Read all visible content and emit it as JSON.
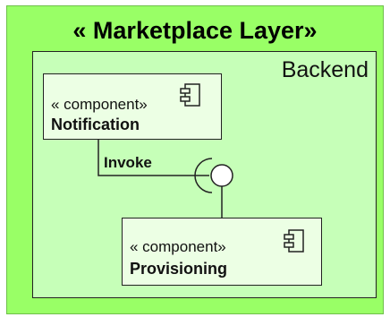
{
  "layer": {
    "title": "« Marketplace Layer»"
  },
  "backend": {
    "label": "Backend"
  },
  "components": [
    {
      "stereotype": "« component»",
      "name": "Notification"
    },
    {
      "stereotype": "« component»",
      "name": "Provisioning"
    }
  ],
  "connector": {
    "label": "Invoke"
  },
  "colors": {
    "layer_fill": "#99ff66",
    "backend_fill": "#c6ffb8",
    "component_fill": "#ecffe4"
  }
}
